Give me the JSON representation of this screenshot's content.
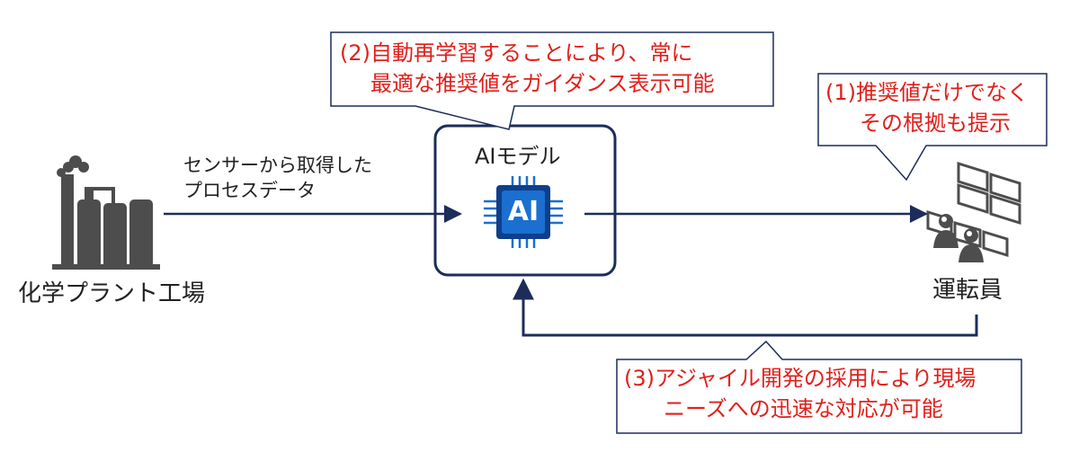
{
  "nodes": {
    "plant": {
      "label": "化学プラント工場"
    },
    "model": {
      "label": "AIモデル",
      "chip_text": "AI"
    },
    "operator": {
      "label": "運転員"
    }
  },
  "edges": {
    "sensor_data": {
      "label_line1": "センサーから取得した",
      "label_line2": "プロセスデータ"
    }
  },
  "callouts": {
    "retrain": {
      "line1": "(2)自動再学習することにより、常に",
      "line2": "最適な推奨値をガイダンス表示可能"
    },
    "basis": {
      "line1": "(1)推奨値だけでなく",
      "line2": "その根拠も提示"
    },
    "agile": {
      "line1": "(3)アジャイル開発の採用により現場",
      "line2": "ニーズへの迅速な対応が可能"
    }
  },
  "colors": {
    "navy": "#1c2d5a",
    "callout_text": "#e0201b",
    "factory": "#4d4d4d",
    "chip": "#1a6fd0"
  }
}
